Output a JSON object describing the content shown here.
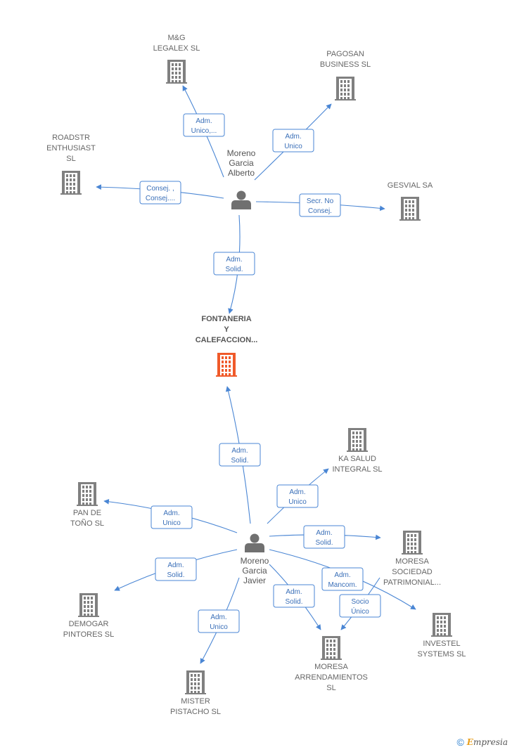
{
  "colors": {
    "edge": "#4a86d4",
    "company": "#808080",
    "focus_company": "#f05a2a",
    "person": "#707070"
  },
  "nodes": [
    {
      "id": "mg",
      "type": "company",
      "label": [
        "M&G",
        "LEGALEX  SL"
      ]
    },
    {
      "id": "pagosan",
      "type": "company",
      "label": [
        "PAGOSAN",
        "BUSINESS  SL"
      ]
    },
    {
      "id": "roadstr",
      "type": "company",
      "label": [
        "ROADSTR",
        "ENTHUSIAST",
        "SL"
      ]
    },
    {
      "id": "gesvial",
      "type": "company",
      "label": [
        "GESVIAL SA"
      ]
    },
    {
      "id": "alberto",
      "type": "person",
      "label": [
        "Moreno",
        "Garcia",
        "Alberto"
      ]
    },
    {
      "id": "fontaneria",
      "type": "focus",
      "label": [
        "FONTANERIA",
        "Y",
        "CALEFACCION..."
      ]
    },
    {
      "id": "kasalud",
      "type": "company",
      "label": [
        "KA SALUD",
        "INTEGRAL  SL"
      ]
    },
    {
      "id": "pandetono",
      "type": "company",
      "label": [
        "PAN DE",
        "TOÑO  SL"
      ]
    },
    {
      "id": "javier",
      "type": "person",
      "label": [
        "Moreno",
        "Garcia",
        "Javier"
      ]
    },
    {
      "id": "moresasoc",
      "type": "company",
      "label": [
        "MORESA",
        "SOCIEDAD",
        "PATRIMONIAL..."
      ]
    },
    {
      "id": "demogar",
      "type": "company",
      "label": [
        "DEMOGAR",
        "PINTORES SL"
      ]
    },
    {
      "id": "investel",
      "type": "company",
      "label": [
        "INVESTEL",
        "SYSTEMS SL"
      ]
    },
    {
      "id": "moresaarr",
      "type": "company",
      "label": [
        "MORESA",
        "ARRENDAMIENTOS",
        "SL"
      ]
    },
    {
      "id": "mister",
      "type": "company",
      "label": [
        "MISTER",
        "PISTACHO  SL"
      ]
    }
  ],
  "edges": [
    {
      "from": "alberto",
      "to": "mg",
      "label": [
        "Adm.",
        "Unico,..."
      ]
    },
    {
      "from": "alberto",
      "to": "pagosan",
      "label": [
        "Adm.",
        "Unico"
      ]
    },
    {
      "from": "alberto",
      "to": "roadstr",
      "label": [
        "Consej. ,",
        "Consej...."
      ]
    },
    {
      "from": "alberto",
      "to": "gesvial",
      "label": [
        "Secr.  No",
        "Consej."
      ]
    },
    {
      "from": "alberto",
      "to": "fontaneria",
      "label": [
        "Adm.",
        "Solid."
      ]
    },
    {
      "from": "javier",
      "to": "fontaneria",
      "label": [
        "Adm.",
        "Solid."
      ]
    },
    {
      "from": "javier",
      "to": "kasalud",
      "label": [
        "Adm.",
        "Unico"
      ]
    },
    {
      "from": "javier",
      "to": "pandetono",
      "label": [
        "Adm.",
        "Unico"
      ]
    },
    {
      "from": "javier",
      "to": "moresasoc",
      "label": [
        "Adm.",
        "Solid."
      ]
    },
    {
      "from": "javier",
      "to": "demogar",
      "label": [
        "Adm.",
        "Solid."
      ]
    },
    {
      "from": "javier",
      "to": "investel",
      "label": [
        "Adm.",
        "Mancom."
      ]
    },
    {
      "from": "javier",
      "to": "moresaarr",
      "label": [
        "Adm.",
        "Solid."
      ]
    },
    {
      "from": "javier",
      "to": "mister",
      "label": [
        "Adm.",
        "Unico"
      ]
    },
    {
      "from": "moresasoc",
      "to": "moresaarr",
      "label": [
        "Socio",
        "Único"
      ]
    }
  ],
  "footer": {
    "copyright": "©",
    "brand_initial": "E",
    "brand_rest": "mpresia"
  }
}
